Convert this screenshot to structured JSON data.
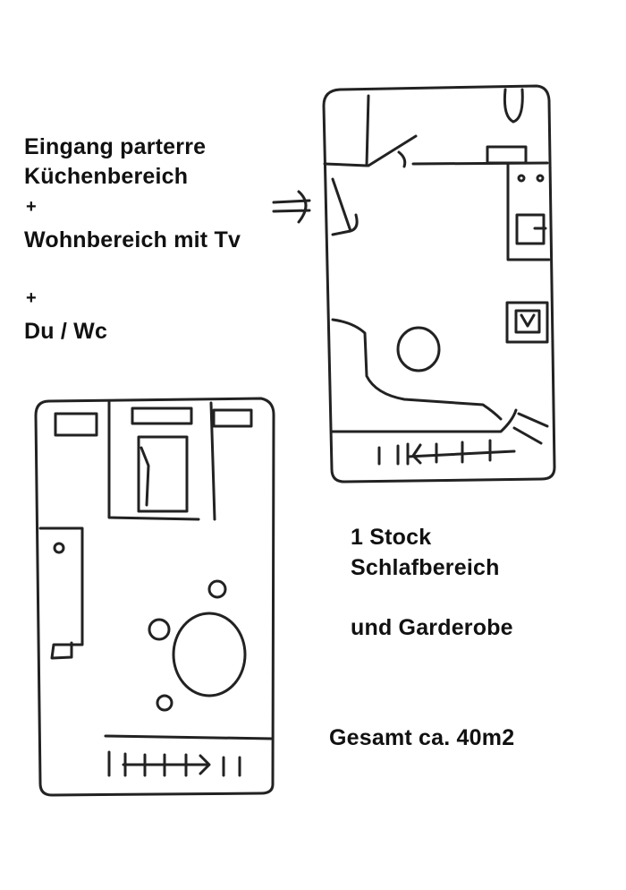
{
  "ground_floor": {
    "line1": "Eingang parterre",
    "line2": "Küchenbereich",
    "plus1": "+",
    "line3": "Wohnbereich mit Tv",
    "plus2": "+",
    "line4": "Du / Wc"
  },
  "upper_floor": {
    "line1": "1 Stock",
    "line2": "Schlafbereich",
    "line3": "und Garderobe"
  },
  "total": {
    "text": "Gesamt ca. 40m2"
  }
}
